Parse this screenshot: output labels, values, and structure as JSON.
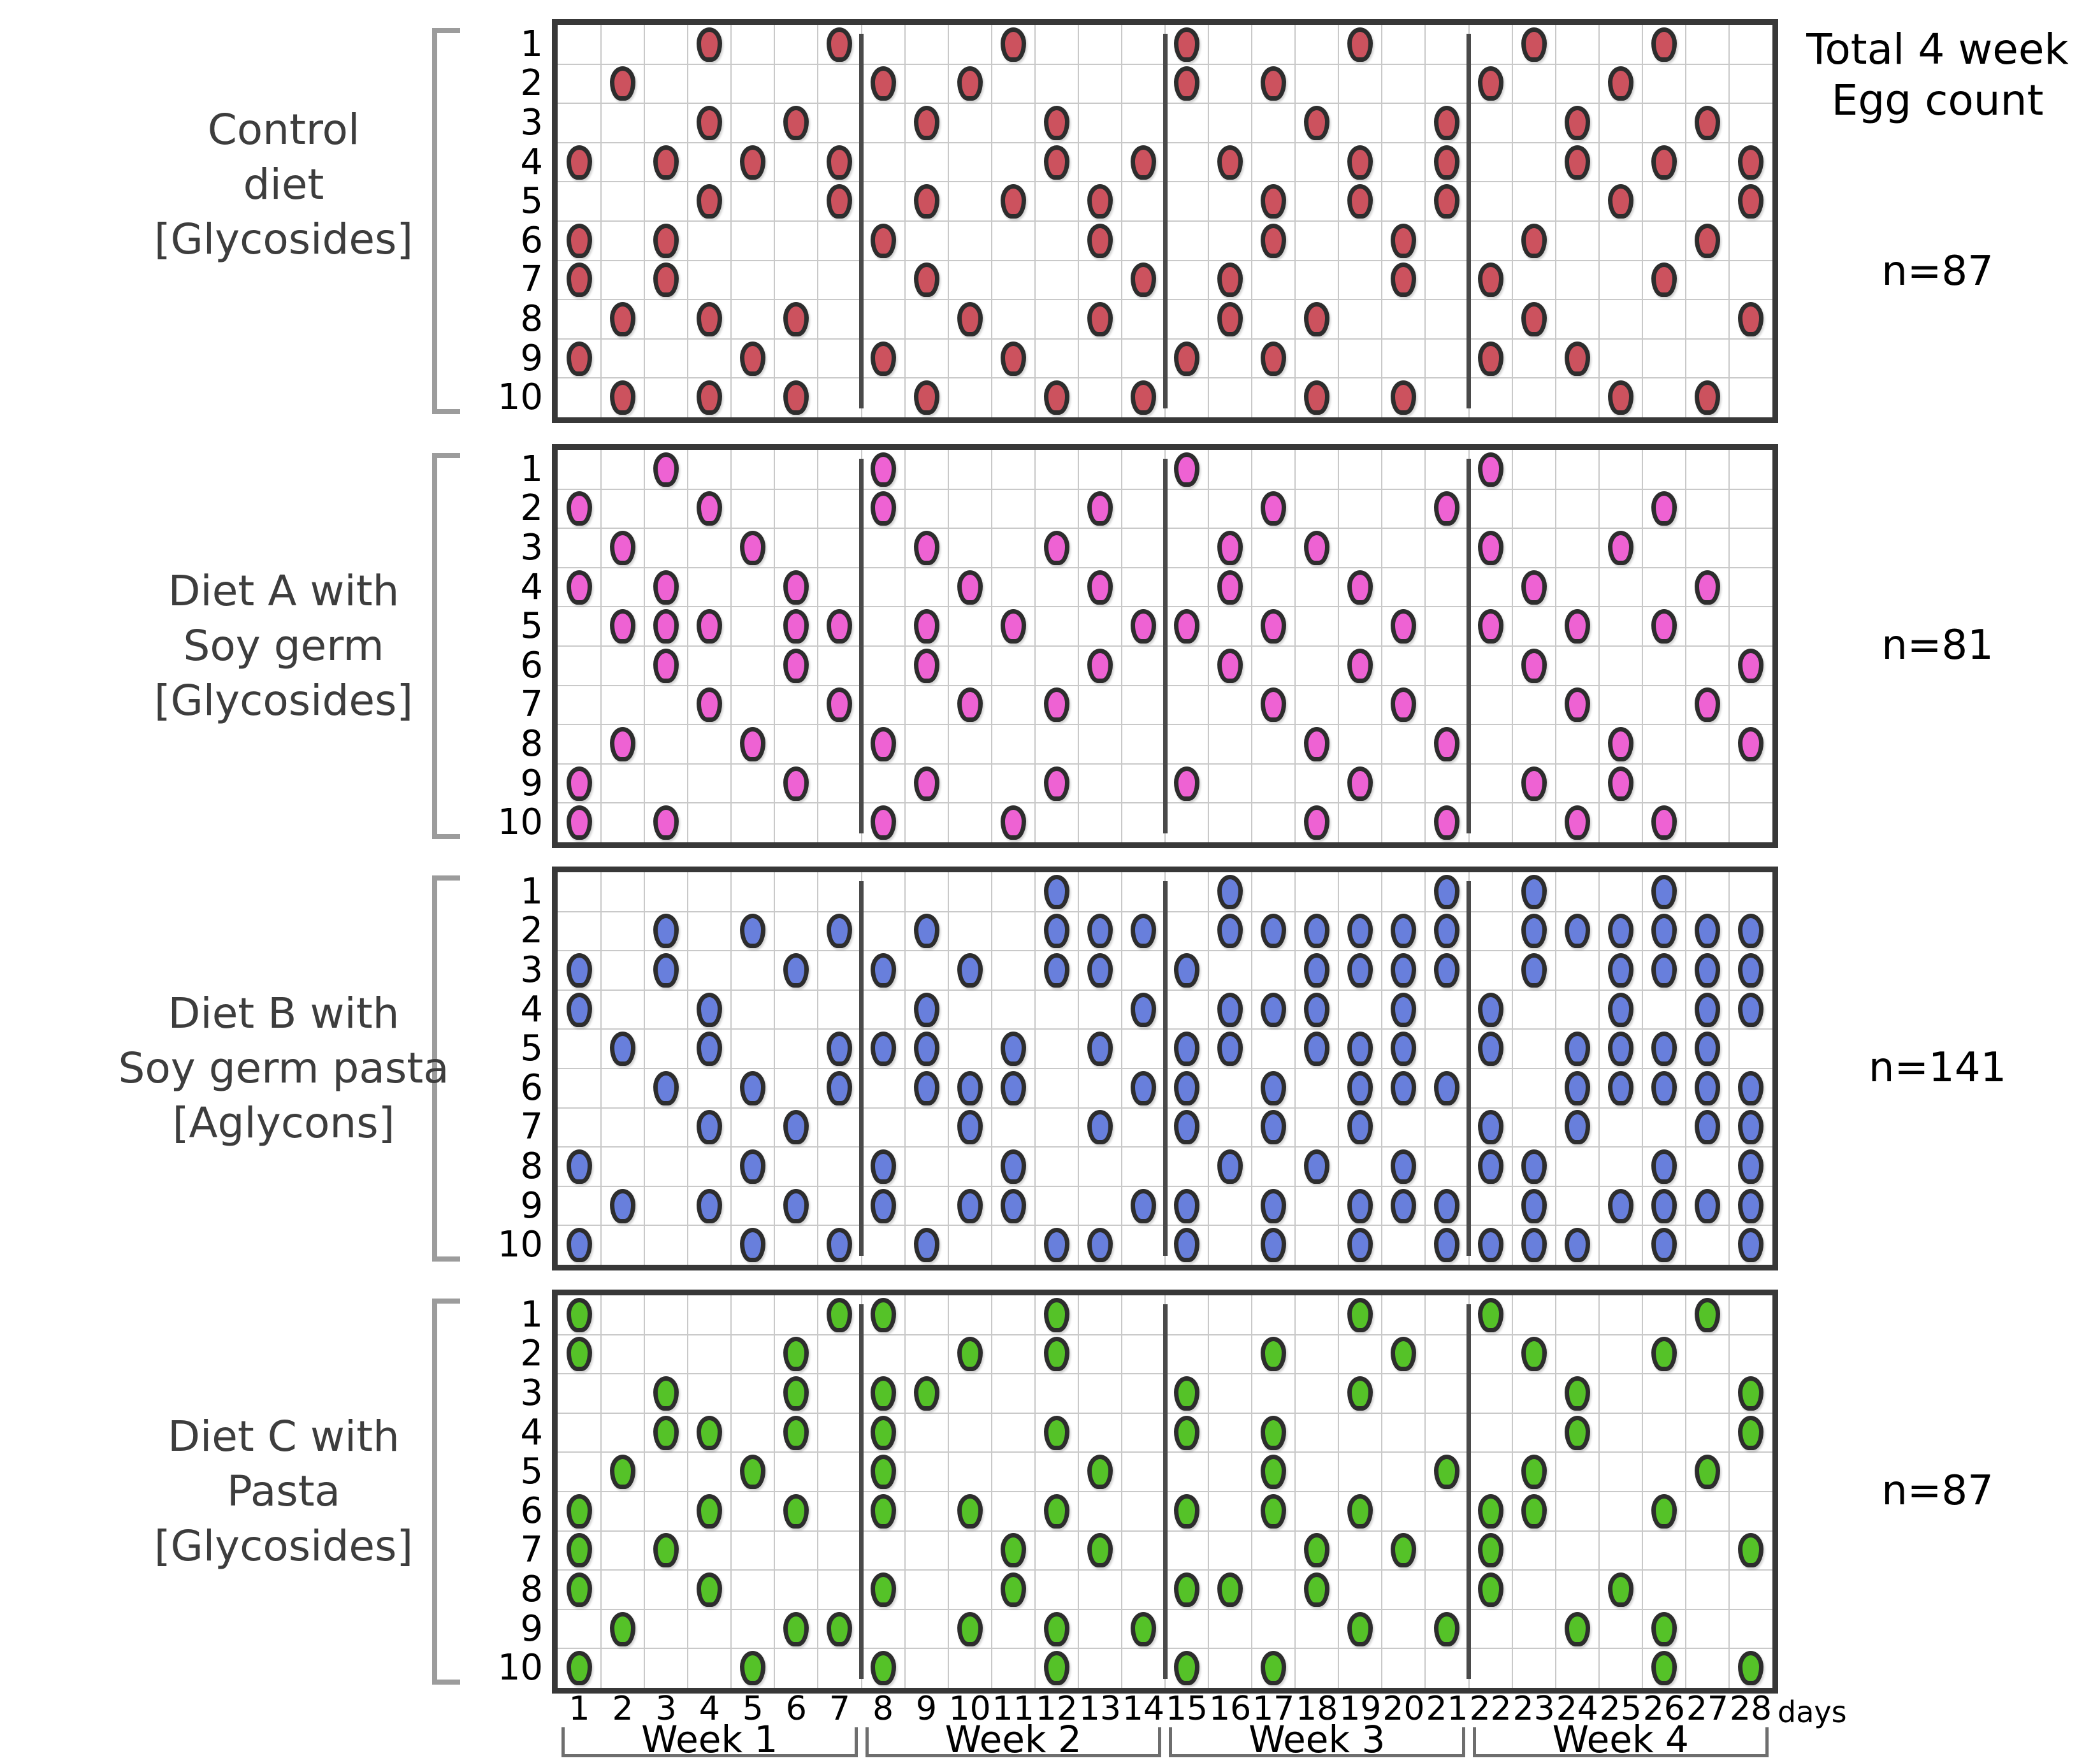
{
  "header": {
    "line1": "Total 4 week",
    "line2": "Egg count"
  },
  "axis": {
    "day_labels": [
      "1",
      "2",
      "3",
      "4",
      "5",
      "6",
      "7",
      "8",
      "9",
      "10",
      "11",
      "12",
      "13",
      "14",
      "15",
      "16",
      "17",
      "18",
      "19",
      "20",
      "21",
      "22",
      "23",
      "24",
      "25",
      "26",
      "27",
      "28"
    ],
    "unit_label": "days",
    "week_labels": [
      "Week 1",
      "Week 2",
      "Week 3",
      "Week 4"
    ]
  },
  "subjects": [
    "1",
    "2",
    "3",
    "4",
    "5",
    "6",
    "7",
    "8",
    "9",
    "10"
  ],
  "chart_data": {
    "type": "scatter",
    "title": "Total 4 week Egg count",
    "x_unit": "days",
    "x_range": [
      1,
      28
    ],
    "weeks": [
      "Week 1",
      "Week 2",
      "Week 3",
      "Week 4"
    ],
    "y_subjects_per_group": [
      "1",
      "2",
      "3",
      "4",
      "5",
      "6",
      "7",
      "8",
      "9",
      "10"
    ],
    "legend_position": "left",
    "grid": true,
    "groups": [
      {
        "id": "control",
        "label_lines": [
          "Control",
          "diet",
          "[Glycosides]"
        ],
        "n": 87,
        "n_label": "n=87",
        "color": "#cc525e",
        "eggs_by_subject": [
          [
            4,
            7,
            11,
            15,
            19,
            23,
            26
          ],
          [
            2,
            8,
            10,
            15,
            17,
            22,
            25
          ],
          [
            4,
            6,
            9,
            12,
            18,
            21,
            24,
            27
          ],
          [
            1,
            3,
            5,
            7,
            12,
            14,
            16,
            19,
            21,
            24,
            26,
            28
          ],
          [
            4,
            7,
            9,
            11,
            13,
            17,
            19,
            21,
            25,
            28
          ],
          [
            1,
            3,
            8,
            13,
            17,
            20,
            23,
            27
          ],
          [
            1,
            3,
            9,
            14,
            16,
            20,
            22,
            26
          ],
          [
            2,
            4,
            6,
            10,
            13,
            16,
            18,
            23,
            28
          ],
          [
            1,
            5,
            8,
            11,
            15,
            17,
            22,
            24
          ],
          [
            2,
            4,
            6,
            9,
            12,
            14,
            18,
            20,
            25,
            27
          ]
        ]
      },
      {
        "id": "diet-a",
        "label_lines": [
          "Diet A with",
          "Soy germ",
          "[Glycosides]"
        ],
        "n": 81,
        "n_label": "n=81",
        "color": "#ee62d3",
        "eggs_by_subject": [
          [
            3,
            8,
            15,
            22
          ],
          [
            1,
            4,
            8,
            13,
            17,
            21,
            26
          ],
          [
            2,
            5,
            9,
            12,
            16,
            18,
            22,
            25
          ],
          [
            1,
            3,
            6,
            10,
            13,
            16,
            19,
            23,
            27
          ],
          [
            2,
            3,
            4,
            6,
            7,
            9,
            11,
            14,
            15,
            17,
            20,
            22,
            24,
            26
          ],
          [
            3,
            6,
            9,
            13,
            16,
            19,
            23,
            28
          ],
          [
            4,
            7,
            10,
            12,
            17,
            20,
            24,
            27
          ],
          [
            2,
            5,
            8,
            18,
            21,
            25,
            28
          ],
          [
            1,
            6,
            9,
            12,
            15,
            19,
            23,
            25
          ],
          [
            1,
            3,
            8,
            11,
            18,
            21,
            24,
            26
          ]
        ]
      },
      {
        "id": "diet-b",
        "label_lines": [
          "Diet B with",
          "Soy germ pasta",
          "[Aglycons]"
        ],
        "n": 141,
        "n_label": "n=141",
        "color": "#687fdc",
        "eggs_by_subject": [
          [
            12,
            16,
            21,
            23,
            26
          ],
          [
            3,
            5,
            7,
            9,
            12,
            13,
            14,
            16,
            17,
            18,
            19,
            20,
            21,
            23,
            24,
            25,
            26,
            27,
            28
          ],
          [
            1,
            3,
            6,
            8,
            10,
            12,
            13,
            15,
            18,
            19,
            20,
            21,
            23,
            25,
            26,
            27,
            28
          ],
          [
            1,
            4,
            9,
            14,
            16,
            17,
            18,
            20,
            22,
            25,
            27,
            28
          ],
          [
            2,
            4,
            7,
            8,
            9,
            11,
            13,
            15,
            16,
            18,
            19,
            20,
            22,
            24,
            25,
            26,
            27
          ],
          [
            3,
            5,
            7,
            9,
            10,
            11,
            14,
            15,
            17,
            19,
            20,
            21,
            24,
            25,
            26,
            27,
            28
          ],
          [
            4,
            6,
            10,
            13,
            15,
            17,
            19,
            22,
            24,
            27,
            28
          ],
          [
            1,
            5,
            8,
            11,
            16,
            18,
            20,
            22,
            23,
            26,
            28
          ],
          [
            2,
            4,
            6,
            8,
            10,
            11,
            14,
            15,
            17,
            19,
            20,
            21,
            23,
            25,
            26,
            27,
            28
          ],
          [
            1,
            5,
            7,
            9,
            12,
            13,
            15,
            17,
            19,
            21,
            22,
            23,
            24,
            26,
            28
          ]
        ]
      },
      {
        "id": "diet-c",
        "label_lines": [
          "Diet C with",
          "Pasta",
          "[Glycosides]"
        ],
        "n": 87,
        "n_label": "n=87",
        "color": "#55c228",
        "eggs_by_subject": [
          [
            1,
            7,
            8,
            12,
            19,
            22,
            27
          ],
          [
            1,
            6,
            10,
            12,
            17,
            20,
            23,
            26
          ],
          [
            3,
            6,
            8,
            9,
            15,
            19,
            24,
            28
          ],
          [
            3,
            4,
            6,
            8,
            12,
            15,
            17,
            24,
            28
          ],
          [
            2,
            5,
            8,
            13,
            17,
            21,
            23,
            27
          ],
          [
            1,
            4,
            6,
            8,
            10,
            12,
            15,
            17,
            19,
            22,
            23,
            26
          ],
          [
            1,
            3,
            11,
            13,
            18,
            20,
            22,
            28
          ],
          [
            1,
            4,
            8,
            11,
            15,
            16,
            18,
            22,
            25
          ],
          [
            2,
            6,
            7,
            10,
            12,
            14,
            19,
            21,
            24,
            26
          ],
          [
            1,
            5,
            8,
            12,
            15,
            17,
            26,
            28
          ]
        ]
      }
    ]
  }
}
